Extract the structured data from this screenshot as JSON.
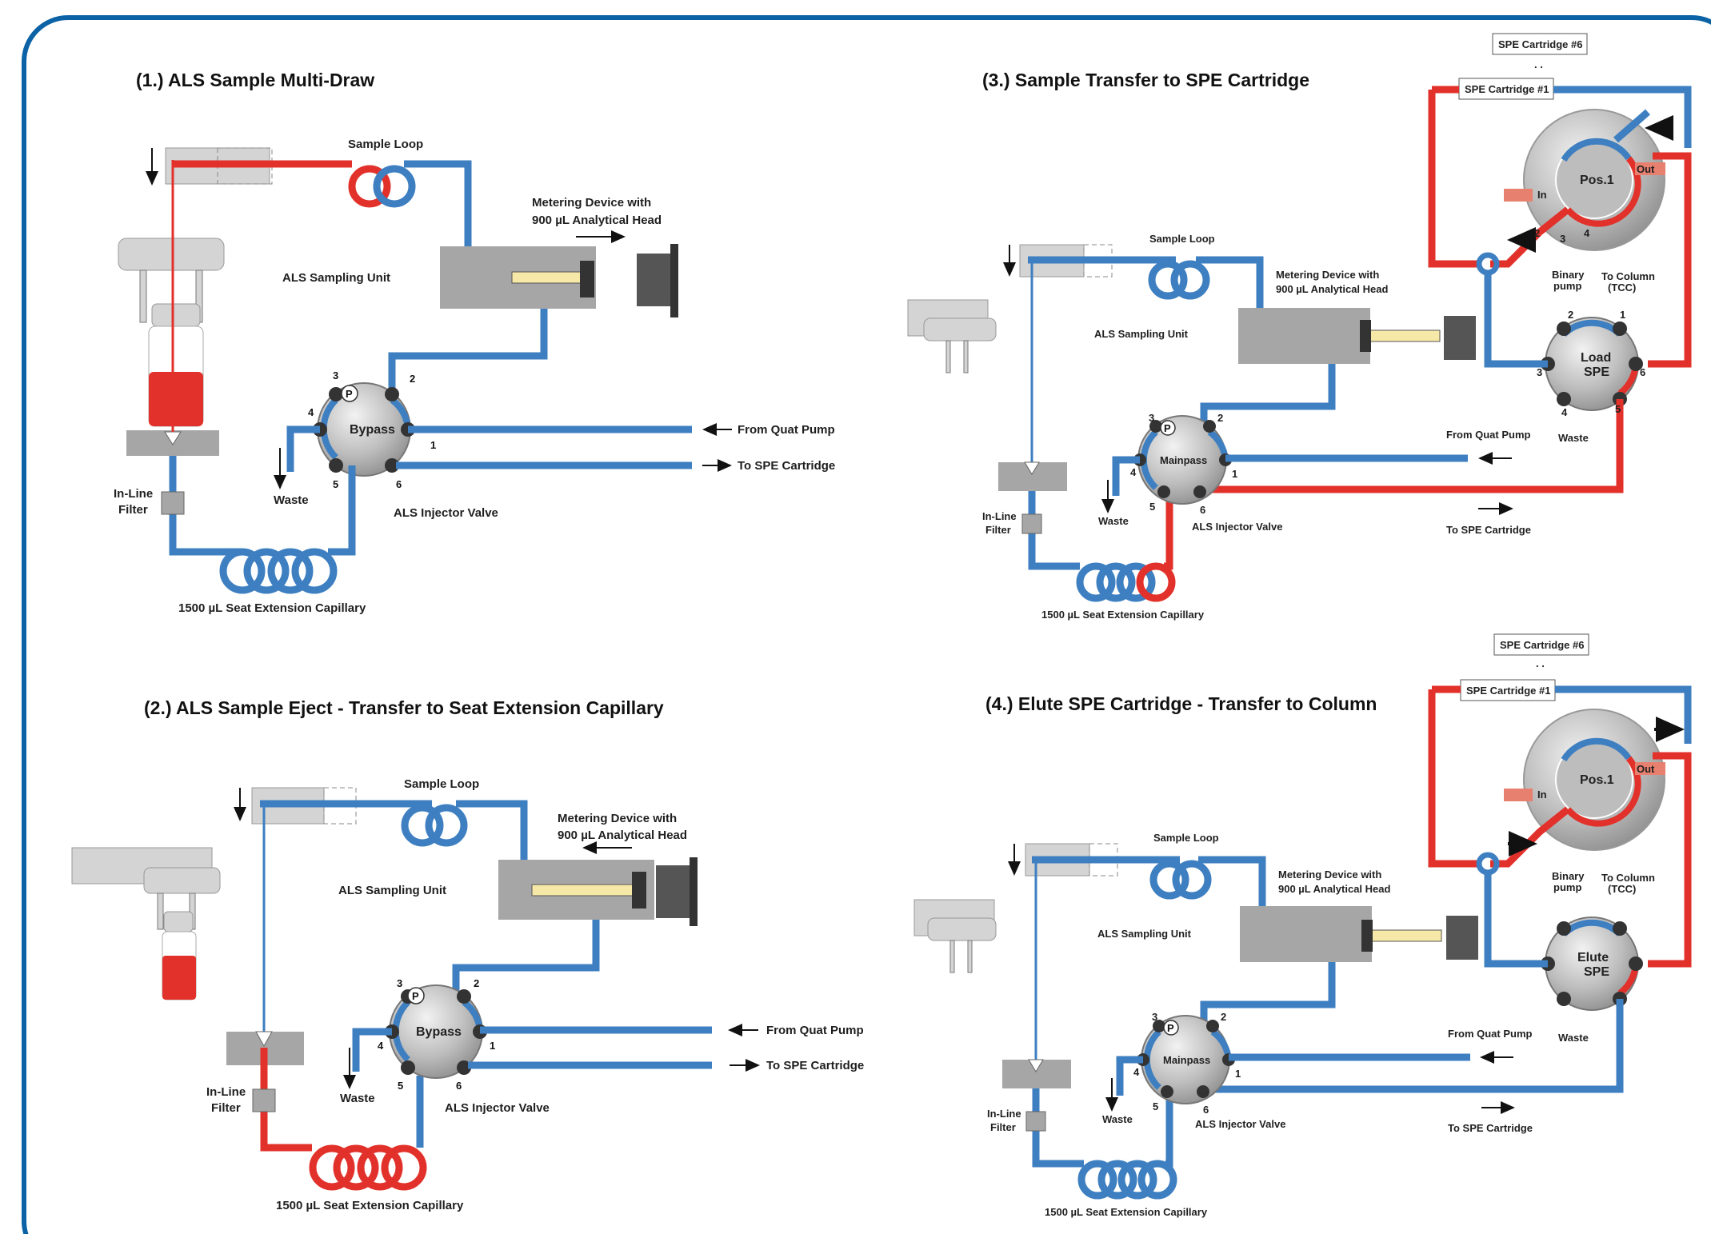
{
  "colors": {
    "frame": "#0b63a6",
    "blue_line": "#3d7fc1",
    "red_line": "#e2312a",
    "gray_block": "#a6a6a6",
    "gray_light": "#d4d4d4"
  },
  "common": {
    "sample_loop": "Sample Loop",
    "metering_line1": "Metering Device with",
    "metering_line2": "900 µL Analytical Head",
    "sampling_unit": "ALS Sampling Unit",
    "injector_valve": "ALS Injector Valve",
    "from_quat_pump": "From Quat Pump",
    "to_spe_cartridge": "To SPE Cartridge",
    "waste": "Waste",
    "inline_filter_1": "In-Line",
    "inline_filter_2": "Filter",
    "seat_capillary": "1500 µL Seat Extension Capillary",
    "pressure_symbol": "P",
    "port_numbers": [
      "1",
      "2",
      "3",
      "4",
      "5",
      "6"
    ]
  },
  "panels": [
    {
      "title": "(1.)  ALS Sample Multi-Draw",
      "valve_state": "Bypass"
    },
    {
      "title": "(2.)  ALS Sample Eject - Transfer to Seat Extension Capillary",
      "valve_state": "Bypass"
    },
    {
      "title": "(3.)  Sample Transfer to SPE Cartridge",
      "valve_state": "Mainpass",
      "spe_valve_state_1": "Load",
      "spe_valve_state_2": "SPE"
    },
    {
      "title": "(4.)  Elute SPE Cartridge - Transfer to Column",
      "valve_state": "Mainpass",
      "spe_valve_state_1": "Elute",
      "spe_valve_state_2": "SPE"
    }
  ],
  "selector": {
    "cartridge_6": "SPE Cartridge #6",
    "cartridge_1": "SPE Cartridge #1",
    "position": "Pos.1",
    "in": "In",
    "out": "Out",
    "binary_pump_1": "Binary",
    "binary_pump_2": "pump",
    "to_column_1": "To Column",
    "to_column_2": "(TCC)",
    "dots": ". .",
    "ports": [
      "1",
      "2",
      "3",
      "4",
      "5",
      "6"
    ]
  }
}
